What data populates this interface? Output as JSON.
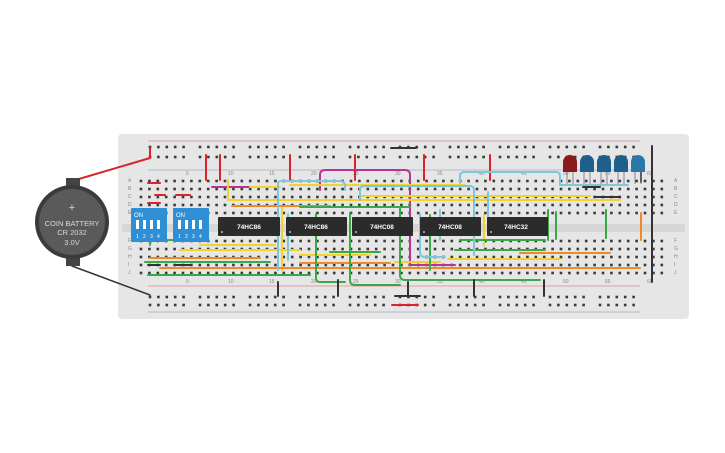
{
  "battery": {
    "line1": "COIN BATTERY",
    "line2": "CR 2032",
    "line3": "3.0V",
    "plus_sign": "+"
  },
  "breadboard": {
    "row_letters_top": [
      "A",
      "B",
      "C",
      "D",
      "E"
    ],
    "row_letters_bottom": [
      "F",
      "G",
      "H",
      "I",
      "J"
    ],
    "column_numbers_top": [
      "5",
      "10",
      "15",
      "20",
      "25",
      "30",
      "35",
      "40",
      "45",
      "50",
      "55",
      "60"
    ],
    "column_numbers_bottom": [
      "5",
      "10",
      "15",
      "20",
      "25",
      "30",
      "35",
      "40",
      "45",
      "50",
      "55",
      "60"
    ]
  },
  "dip_switches": [
    {
      "label": "ON",
      "positions": [
        "1",
        "2",
        "3",
        "4"
      ]
    },
    {
      "label": "ON",
      "positions": [
        "1",
        "2",
        "3",
        "4"
      ]
    }
  ],
  "chips": [
    {
      "label": "74HC86"
    },
    {
      "label": "74HC86"
    },
    {
      "label": "74HC08"
    },
    {
      "label": "74HC08"
    },
    {
      "label": "74HC32"
    }
  ],
  "leds": [
    {
      "color": "red",
      "hex": "#8b1a1a"
    },
    {
      "color": "blue",
      "hex": "#1f5f8b"
    },
    {
      "color": "blue",
      "hex": "#1f5f8b"
    },
    {
      "color": "blue",
      "hex": "#1f5f8b"
    },
    {
      "color": "blue",
      "hex": "#2a78a8"
    }
  ],
  "wire_colors": {
    "red": "#d9242c",
    "black": "#333333",
    "yellow": "#f2d22e",
    "orange": "#f08a24",
    "green": "#3aa847",
    "cyan": "#7fc6dc",
    "magenta": "#b8358f"
  }
}
